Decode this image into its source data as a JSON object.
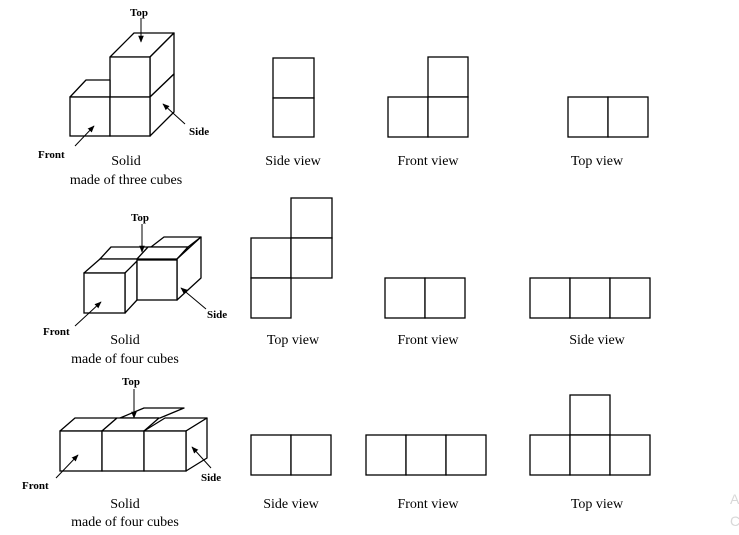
{
  "labels": {
    "top": "Top",
    "front": "Front",
    "side": "Side"
  },
  "captions": {
    "solid": "Solid",
    "three_cubes": "made of three cubes",
    "four_cubes": "made of four cubes",
    "side_view": "Side view",
    "front_view": "Front view",
    "top_view": "Top view"
  },
  "watermark": [
    "A",
    "C"
  ]
}
